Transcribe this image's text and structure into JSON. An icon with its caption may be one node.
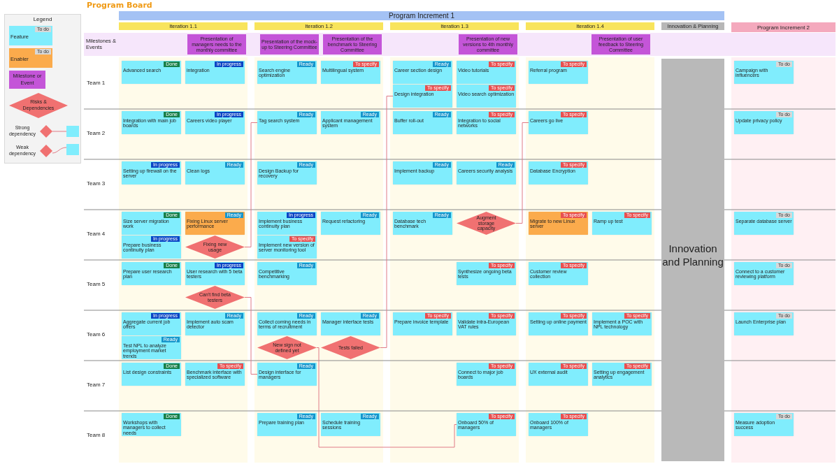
{
  "diagram": {
    "title": "Program Board",
    "nodes": [
      {
        "text": [
          "Program Increment 1"
        ]
      },
      {
        "text": [
          "Iteration 1.1"
        ]
      },
      {
        "text": [
          "Iteration 1.2"
        ]
      },
      {
        "text": [
          "Iteration 1.3"
        ]
      },
      {
        "text": [
          "Iteration 1.4"
        ]
      },
      {
        "text": [
          "Innovation & Planning"
        ]
      },
      {
        "text": [
          "Program Increment 2"
        ]
      },
      {
        "text": [
          "Milestones & Events"
        ]
      },
      {
        "text": [
          "Presentation of managers needs to the monthly committee"
        ],
        "in": 7
      },
      {
        "text": [
          "Presentation of the mock-up to Steering Committee"
        ],
        "in": 7
      },
      {
        "text": [
          "Presentation of the benchmark to Steering Committee"
        ],
        "in": 7
      },
      {
        "text": [
          "Presentation of new versions to 4th monthly committee"
        ],
        "in": 7
      },
      {
        "text": [
          "Presentation of user feedback to Steering Committee"
        ],
        "in": 7
      },
      {
        "text": [
          "Innovation and Planning"
        ]
      },
      {
        "text": [
          "Done",
          "Advanced search"
        ]
      },
      {
        "text": [
          "In progress",
          "integration"
        ]
      },
      {
        "text": [
          "Ready",
          "Search engine optimization"
        ]
      },
      {
        "text": [
          "To specify",
          "Multilingual system"
        ]
      },
      {
        "text": [
          "Ready",
          "Career section design"
        ]
      },
      {
        "text": [
          "To specify",
          "Video tutorials"
        ]
      },
      {
        "text": [
          "To specify",
          "Design integration"
        ]
      },
      {
        "text": [
          "To specify",
          "Referral program"
        ]
      },
      {
        "text": [
          "To do",
          "Campaign with influencers"
        ]
      },
      {
        "text": [
          "To specify",
          "Video search optimization"
        ]
      },
      {
        "text": [
          "Done",
          "Integration with main job boards"
        ]
      },
      {
        "text": [
          "In progress",
          "Careers video player"
        ]
      },
      {
        "text": [
          "Ready",
          "Tag search system"
        ]
      },
      {
        "text": [
          "Ready",
          "Applicant management system"
        ]
      },
      {
        "text": [
          "Ready",
          "Buffer roll-out"
        ]
      },
      {
        "text": [
          "To specify",
          "Integration to social networks"
        ]
      },
      {
        "text": [
          "To specify",
          "Careers go live"
        ]
      },
      {
        "text": [
          "To do",
          "Update privacy policy"
        ]
      },
      {
        "text": [
          "In progress",
          "Setting up firewall on the server"
        ]
      },
      {
        "text": [
          "Ready",
          "Clean logs"
        ]
      },
      {
        "text": [
          "Ready",
          "Design Backup for recovery"
        ]
      },
      {
        "text": [
          "Ready",
          "Implement backup"
        ]
      },
      {
        "text": [
          "Ready",
          "Careers security analysis"
        ]
      },
      {
        "text": [
          "To specify",
          "Database Encryption"
        ]
      },
      {
        "text": [
          "Done",
          "Size server migration work"
        ]
      },
      {
        "text": [
          "Ready",
          "Fixing Linux server performance"
        ]
      },
      {
        "text": [
          "Fixing new usage"
        ]
      },
      {
        "text": [
          "In progress",
          "Implement business continuity plan"
        ]
      },
      {
        "text": [
          "Ready",
          "Request refactoring"
        ]
      },
      {
        "text": [
          "To specify",
          "Implement new version of server monitoring tool"
        ]
      },
      {
        "text": [
          "Ready",
          "Database tech benchmark"
        ]
      },
      {
        "text": [
          "Augment storage capacity"
        ]
      },
      {
        "text": [
          "To specify",
          "Migrate to new Linux server"
        ]
      },
      {
        "text": [
          "To specify",
          "Ramp up test"
        ]
      },
      {
        "text": [
          "To do",
          "Separate database server"
        ]
      },
      {
        "text": [
          "In progress",
          "Prepare business continuity plan"
        ]
      },
      {
        "text": [
          "Done",
          "Prepare user research plan"
        ]
      },
      {
        "text": [
          "In progress",
          "User research with 5 beta testers"
        ]
      },
      {
        "text": [
          "Can't find beta testers"
        ]
      },
      {
        "text": [
          "Ready",
          "Competitive benchmarking"
        ]
      },
      {
        "text": [
          "To specify",
          "Synthesize ongoing beta tests"
        ]
      },
      {
        "text": [
          "To specify",
          "Customer review collection"
        ]
      },
      {
        "text": [
          "To do",
          "Connect to a customer reviewing platform"
        ]
      },
      {
        "text": [
          "In progress",
          "Aggregate current job offers"
        ]
      },
      {
        "text": [
          "Ready",
          "Implement auto scam detector"
        ]
      },
      {
        "text": [
          "Ready",
          "Test NPL to analyze employment market trends"
        ]
      },
      {
        "text": [
          "Ready",
          "Collect coming needs in terms of recruitment"
        ]
      },
      {
        "text": [
          "Ready",
          "Manager interface tests"
        ]
      },
      {
        "text": [
          "Tests failed"
        ]
      },
      {
        "text": [
          "To specify",
          "Prepare invoice template"
        ]
      },
      {
        "text": [
          "To specify",
          "Validate intra-European VAT rules"
        ]
      },
      {
        "text": [
          "To specify",
          "Setting up online payment"
        ]
      },
      {
        "text": [
          "To specify",
          "Implement a POC with NPL technology"
        ]
      },
      {
        "text": [
          "To do",
          "Launch Enterprise plan"
        ]
      },
      {
        "text": [
          "New sign not defined yet"
        ]
      },
      {
        "text": [
          "Done",
          "List design constraints"
        ]
      },
      {
        "text": [
          "To specify",
          "Benchmark interface with specialized software"
        ]
      },
      {
        "text": [
          "Ready",
          "Design interface for managers"
        ]
      },
      {
        "text": [
          "To specify",
          "Connect to major job boards"
        ]
      },
      {
        "text": [
          "To specify",
          "UX external audit"
        ]
      },
      {
        "text": [
          "To specify",
          "Setting up engagement analytics"
        ]
      },
      {
        "text": [
          "Done",
          "Workshops with managers to collect needs"
        ]
      },
      {
        "text": [
          "Ready",
          "Prepare training plan"
        ]
      },
      {
        "text": [
          "Ready",
          "Schedule training sessions"
        ]
      },
      {
        "text": [
          "To specify",
          "Onboard 50% of managers"
        ]
      },
      {
        "text": [
          "To specify",
          "Onboard 100% of managers"
        ]
      },
      {
        "text": [
          "To do",
          "Measure adoption success"
        ]
      }
    ],
    "edges": [
      {
        "from": 40,
        "to": 26,
        "arrow": "none"
      },
      {
        "from": 45,
        "to": 30,
        "arrow": "none"
      },
      {
        "from": 62,
        "to": 20,
        "arrow": "none"
      },
      {
        "from": 52,
        "to": 71,
        "arrow": "none"
      },
      {
        "from": 68,
        "to": 78,
        "arrow": "none"
      }
    ],
    "labels": [
      "Legend",
      "To do",
      "To do",
      "Team 1",
      "Team 2",
      "Team 3",
      "Team 4",
      "Team 5",
      "Team 6",
      "Team 7",
      "Team 8"
    ],
    "legend": [
      {
        "text": "Feature",
        "color": "#80edfd"
      },
      {
        "text": "Enabler",
        "color": "#fbab4c"
      },
      {
        "text": "Milestone or Event",
        "color": "#c455d8"
      },
      {
        "text": "Risks & Dependencies",
        "color": "#f07171"
      },
      {
        "text": "Strong dependency"
      },
      {
        "text": "Weak dependency"
      }
    ]
  }
}
